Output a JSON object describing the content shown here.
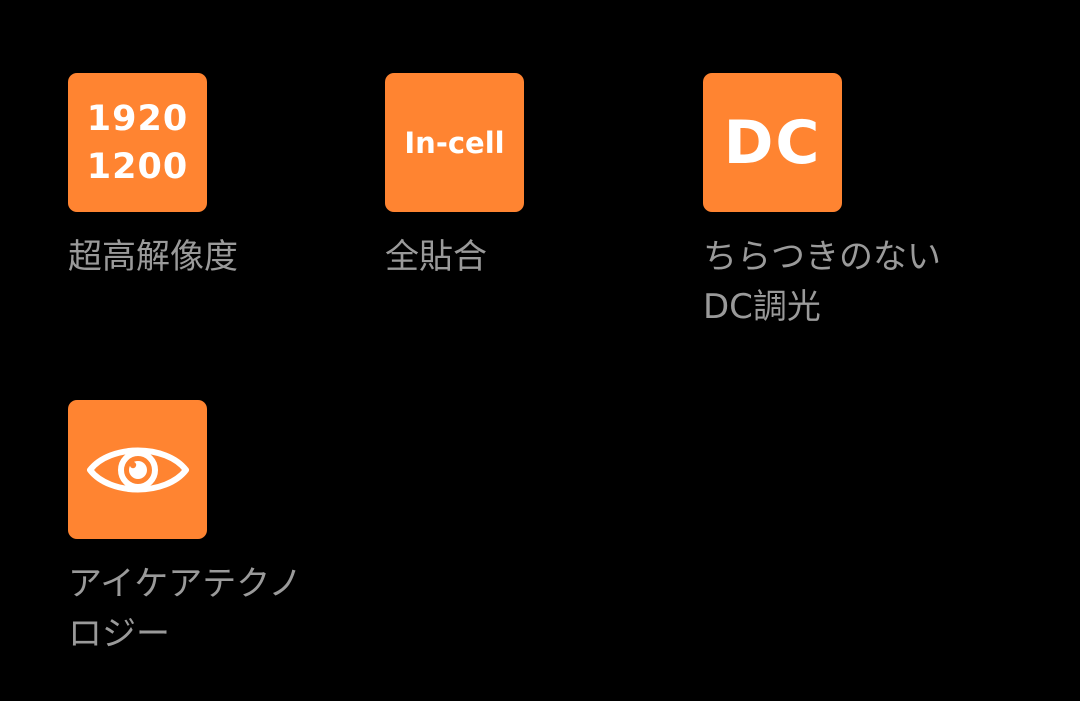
{
  "features": [
    {
      "icon": "resolution-icon",
      "tile_lines": [
        "1920",
        "1200"
      ],
      "label": "超高解像度"
    },
    {
      "icon": "in-cell-icon",
      "tile_text": "In-cell",
      "label": "全貼合"
    },
    {
      "icon": "dc-dimming-icon",
      "tile_text": "DC",
      "label": "ちらつきのない\nDC調光"
    },
    {
      "icon": "eye-icon",
      "label": "アイケアテクノ\nロジー"
    }
  ],
  "colors": {
    "background": "#000000",
    "tile": "#FF8431",
    "label": "#9a9a9a",
    "tile_text": "#ffffff"
  }
}
